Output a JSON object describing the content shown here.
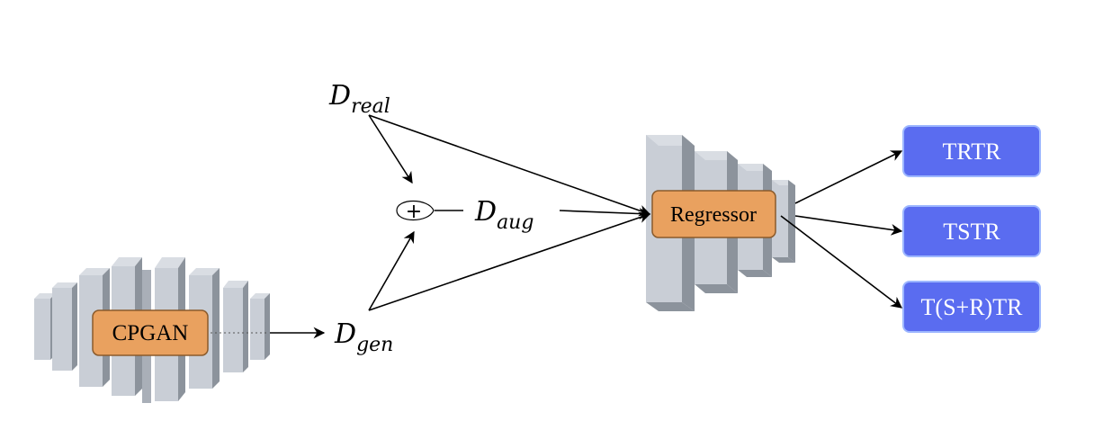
{
  "generator": {
    "label": "CPGAN"
  },
  "datasets": {
    "real": {
      "base": "D",
      "sub": "real"
    },
    "gen": {
      "base": "D",
      "sub": "gen"
    },
    "aug": {
      "base": "D",
      "sub": "aug"
    }
  },
  "combiner": {
    "symbol": "+"
  },
  "regressor": {
    "label": "Regressor"
  },
  "outputs": [
    {
      "label": "TRTR"
    },
    {
      "label": "TSTR"
    },
    {
      "label": "T(S+R)TR"
    }
  ],
  "colors": {
    "orange_fill": "#E9A15F",
    "orange_stroke": "#8A5A2B",
    "blue_fill": "#5A6CF0",
    "blue_stroke": "#9DB7FF",
    "block_light": "#C9CED6",
    "block_mid": "#A9AFB8",
    "block_dark": "#8C939C"
  }
}
